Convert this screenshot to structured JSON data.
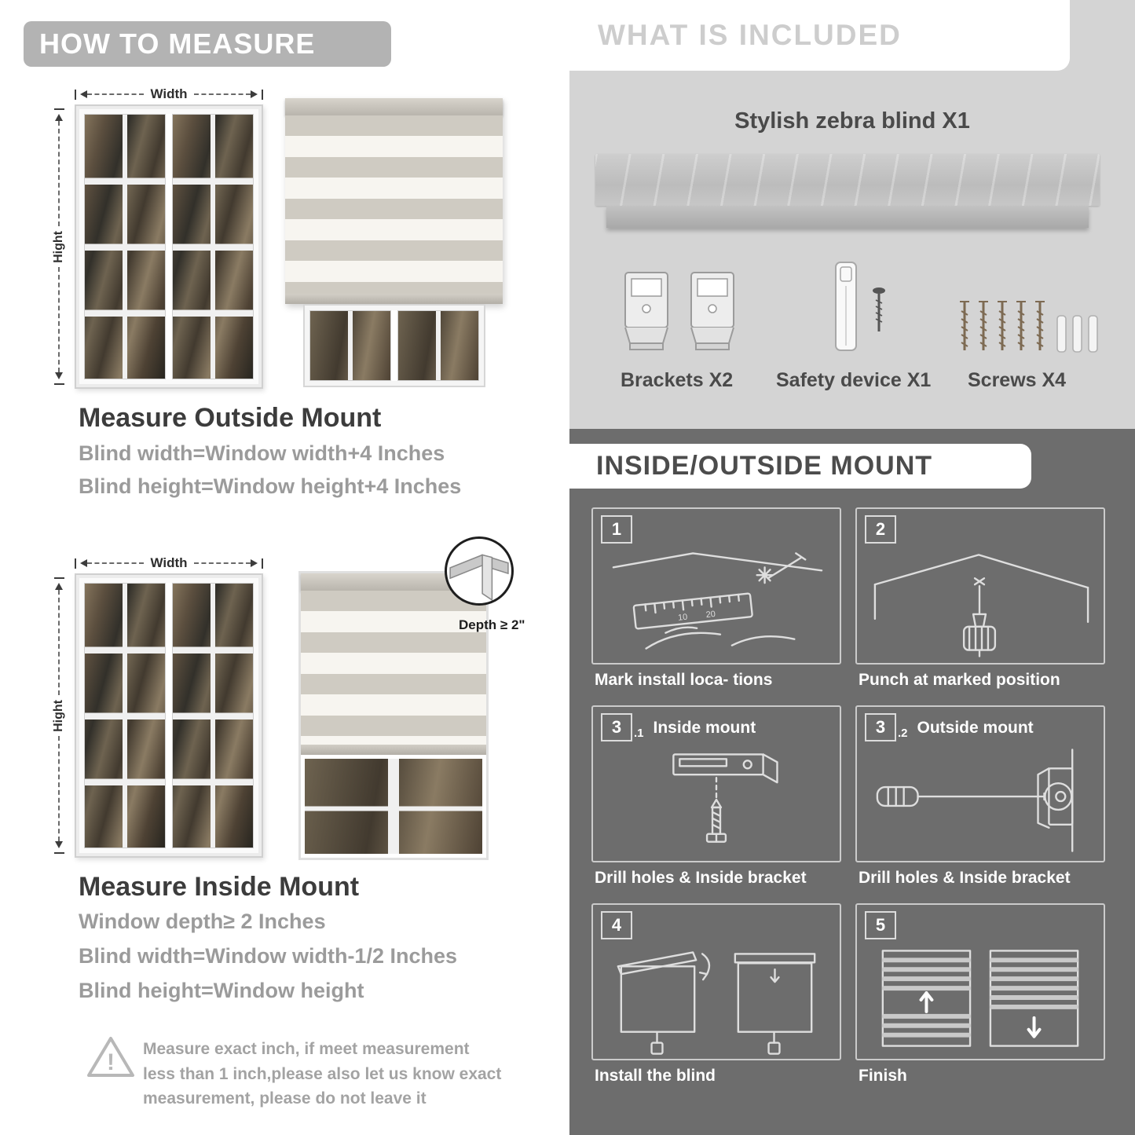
{
  "colors": {
    "header_band": "#b3b3b3",
    "panel_light": "#d4d4d4",
    "panel_dark": "#6d6d6d",
    "heading_text": "#3c3c3c",
    "body_text": "#9b9b9b",
    "white": "#ffffff"
  },
  "measure": {
    "header": "HOW TO MEASURE",
    "width_label": "Width",
    "height_label": "Hight",
    "outside": {
      "heading": "Measure Outside Mount",
      "lines": [
        "Blind width=Window width+4 Inches",
        "Blind height=Window height+4 Inches"
      ]
    },
    "inside": {
      "heading": "Measure Inside Mount",
      "depth_label": "Depth ≥ 2\"",
      "lines": [
        "Window depth≥ 2 Inches",
        "Blind width=Window width-1/2 Inches",
        "Blind height=Window height"
      ]
    },
    "warning": {
      "mark": "!",
      "text": "Measure exact inch, if meet measurement less than 1 inch,please also let us know exact measurement, please do not leave it"
    }
  },
  "included": {
    "header": "WHAT IS INCLUDED",
    "blind_label": "Stylish zebra blind X1",
    "items": [
      "Brackets X2",
      "Safety device X1",
      "Screws X4"
    ]
  },
  "mount": {
    "header": "INSIDE/OUTSIDE MOUNT",
    "steps": [
      {
        "num": "1",
        "sub": "",
        "title": "",
        "caption": "Mark install loca- tions"
      },
      {
        "num": "2",
        "sub": "",
        "title": "",
        "caption": "Punch at marked position"
      },
      {
        "num": "3",
        "sub": ".1",
        "title": "Inside mount",
        "caption": "Drill holes & Inside bracket"
      },
      {
        "num": "3",
        "sub": ".2",
        "title": "Outside mount",
        "caption": "Drill holes & Inside bracket"
      },
      {
        "num": "4",
        "sub": "",
        "title": "",
        "caption": "Install the blind"
      },
      {
        "num": "5",
        "sub": "",
        "title": "",
        "caption": "Finish"
      }
    ]
  }
}
